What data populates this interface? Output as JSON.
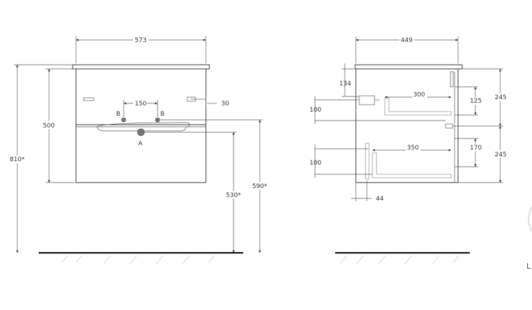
{
  "front_view": {
    "dim_total_width": "573",
    "dim_body_height": "500",
    "dim_total_height": "810*",
    "dim_pipe_spacing": "150",
    "dim_drain_offset": "30",
    "dim_drain_height": "530*",
    "dim_supply_height": "590*",
    "label_supply_left": "B",
    "label_supply_right": "B",
    "label_drain": "A"
  },
  "side_view": {
    "dim_depth": "449",
    "dim_top_offset": "134",
    "dim_upper_drawer_depth": "300",
    "dim_upper_drawer_height": "125",
    "dim_upper_section": "245",
    "dim_upper_gap": "100",
    "dim_lower_drawer_depth": "350",
    "dim_lower_drawer_height": "170",
    "dim_lower_section": "245",
    "dim_lower_gap": "100",
    "dim_back_offset": "44"
  },
  "edge_fragment": "L"
}
